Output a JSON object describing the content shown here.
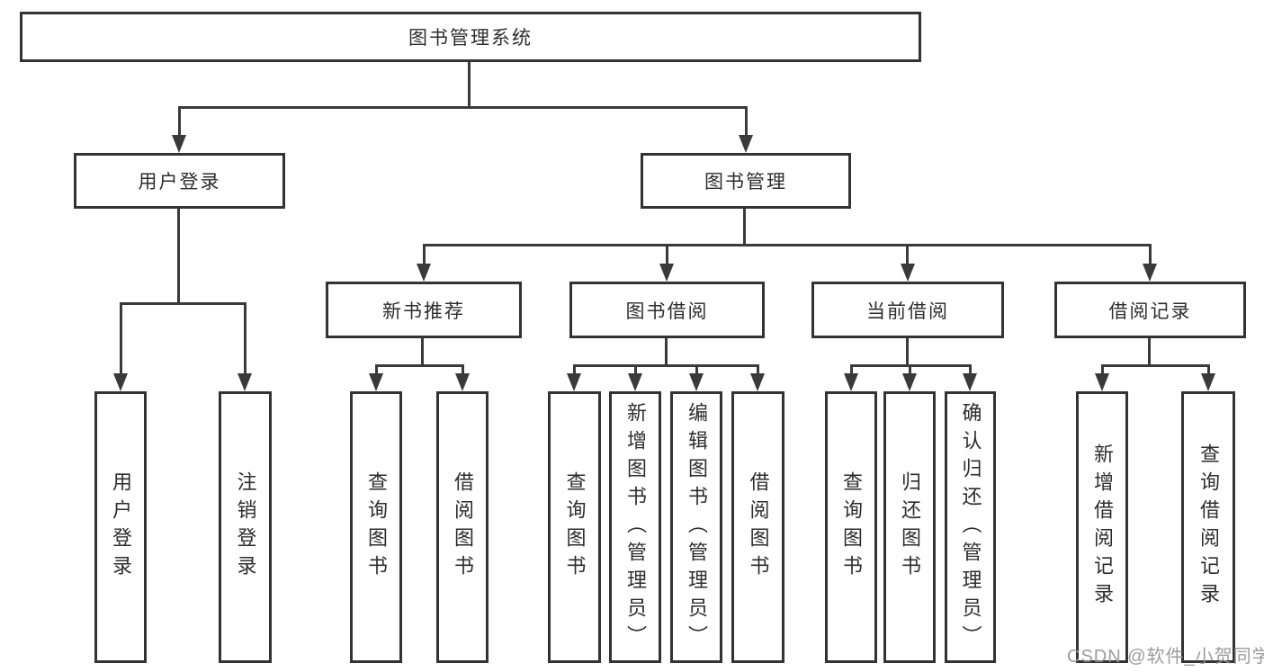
{
  "diagram_type": "hierarchy-tree",
  "tree": {
    "label": "图书管理系统",
    "children": [
      {
        "label": "用户登录",
        "children": [
          {
            "label": "用户登录"
          },
          {
            "label": "注销登录"
          }
        ]
      },
      {
        "label": "图书管理",
        "children": [
          {
            "label": "新书推荐",
            "children": [
              {
                "label": "查询图书"
              },
              {
                "label": "借阅图书"
              }
            ]
          },
          {
            "label": "图书借阅",
            "children": [
              {
                "label": "查询图书"
              },
              {
                "label": "新增图书（管理员）"
              },
              {
                "label": "编辑图书（管理员）"
              },
              {
                "label": "借阅图书"
              }
            ]
          },
          {
            "label": "当前借阅",
            "children": [
              {
                "label": "查询图书"
              },
              {
                "label": "归还图书"
              },
              {
                "label": "确认归还（管理员）"
              }
            ]
          },
          {
            "label": "借阅记录",
            "children": [
              {
                "label": "新增借阅记录"
              },
              {
                "label": "查询借阅记录"
              }
            ]
          }
        ]
      }
    ]
  },
  "colors": {
    "line": "#3a3a3a",
    "border": "#333333",
    "text": "#2d2d2d",
    "background": "#ffffff",
    "watermark": "#949494"
  },
  "watermark": {
    "text": "CSDN @软件_小贺同学"
  }
}
